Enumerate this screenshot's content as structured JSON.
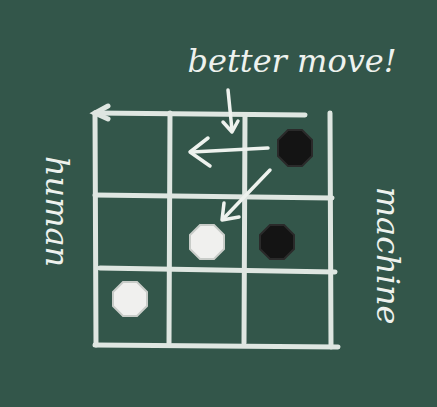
{
  "diagram": {
    "labels": [
      "better move!",
      "human",
      "machine"
    ]
  }
}
